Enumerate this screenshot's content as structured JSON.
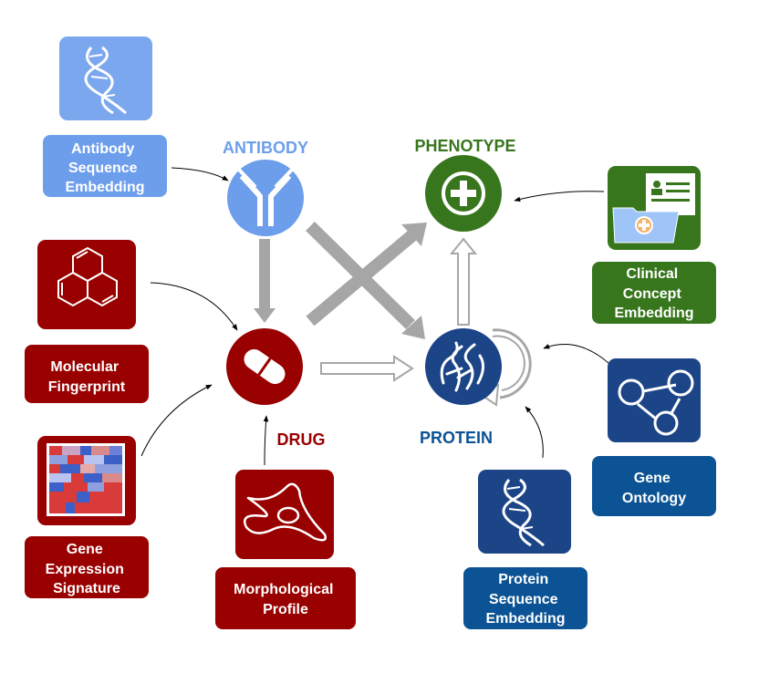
{
  "nodes": {
    "antibody": {
      "label": "ANTIBODY",
      "color": "#6d9eeb"
    },
    "phenotype": {
      "label": "PHENOTYPE",
      "color": "#38761d"
    },
    "drug": {
      "label": "DRUG",
      "color": "#990000"
    },
    "protein": {
      "label": "PROTEIN",
      "color": "#1c4587",
      "label_color": "#0b5394"
    }
  },
  "embeddings": {
    "antibody_sequence": {
      "lines": [
        "Antibody",
        "Sequence",
        "Embedding"
      ],
      "icon": "dna-icon",
      "color": "#6d9eeb"
    },
    "clinical_concept": {
      "lines": [
        "Clinical",
        "Concept",
        "Embedding"
      ],
      "icon": "medical-record-icon",
      "color": "#38761d"
    },
    "molecular_fingerprint": {
      "lines": [
        "Molecular",
        "Fingerprint"
      ],
      "icon": "molecule-icon",
      "color": "#990000"
    },
    "gene_expression": {
      "lines": [
        "Gene",
        "Expression",
        "Signature"
      ],
      "icon": "heatmap-icon",
      "color": "#990000"
    },
    "morphological_profile": {
      "lines": [
        "Morphological",
        "Profile"
      ],
      "icon": "cell-icon",
      "color": "#990000"
    },
    "gene_ontology": {
      "lines": [
        "Gene",
        "Ontology"
      ],
      "icon": "graph-icon",
      "color": "#1c4587",
      "label_color": "#0b5394"
    },
    "protein_sequence": {
      "lines": [
        "Protein",
        "Sequence",
        "Embedding"
      ],
      "icon": "dna-icon",
      "color": "#1c4587",
      "label_color": "#0b5394"
    }
  },
  "colors": {
    "arrow_gray": "#a6a6a6",
    "connector": "#000000",
    "heatmap_red": "#d93a3a",
    "heatmap_blue": "#3d5fc8",
    "white": "#ffffff"
  }
}
